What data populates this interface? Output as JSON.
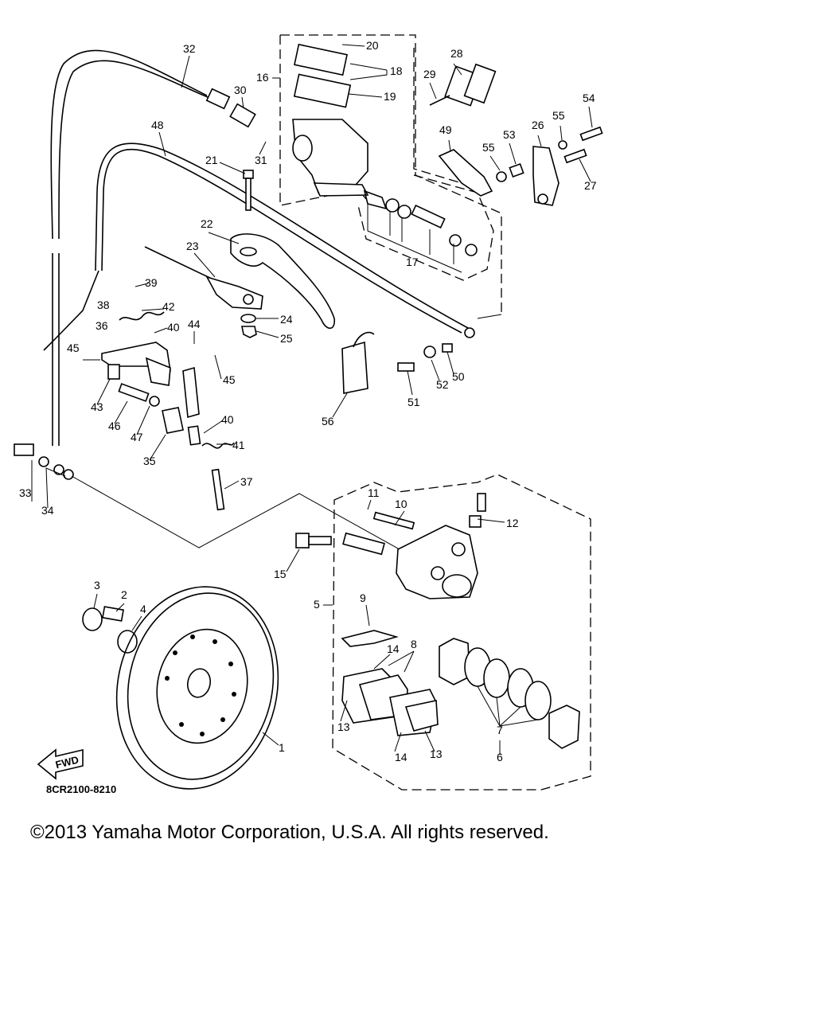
{
  "diagram": {
    "callouts": [
      "1",
      "2",
      "3",
      "4",
      "5",
      "6",
      "7",
      "8",
      "9",
      "10",
      "11",
      "12",
      "13",
      "13",
      "14",
      "14",
      "15",
      "16",
      "17",
      "18",
      "19",
      "20",
      "21",
      "22",
      "23",
      "24",
      "25",
      "26",
      "27",
      "28",
      "29",
      "30",
      "31",
      "32",
      "33",
      "34",
      "35",
      "36",
      "37",
      "38",
      "39",
      "40",
      "40",
      "41",
      "42",
      "43",
      "44",
      "45",
      "45",
      "46",
      "47",
      "48",
      "49",
      "50",
      "51",
      "52",
      "53",
      "54",
      "55",
      "55",
      "56"
    ],
    "fwd_label": "FWD",
    "drawing_code": "8CR2100-8210"
  },
  "footer": {
    "copyright": "©2013 Yamaha Motor Corporation, U.S.A. All rights reserved."
  }
}
